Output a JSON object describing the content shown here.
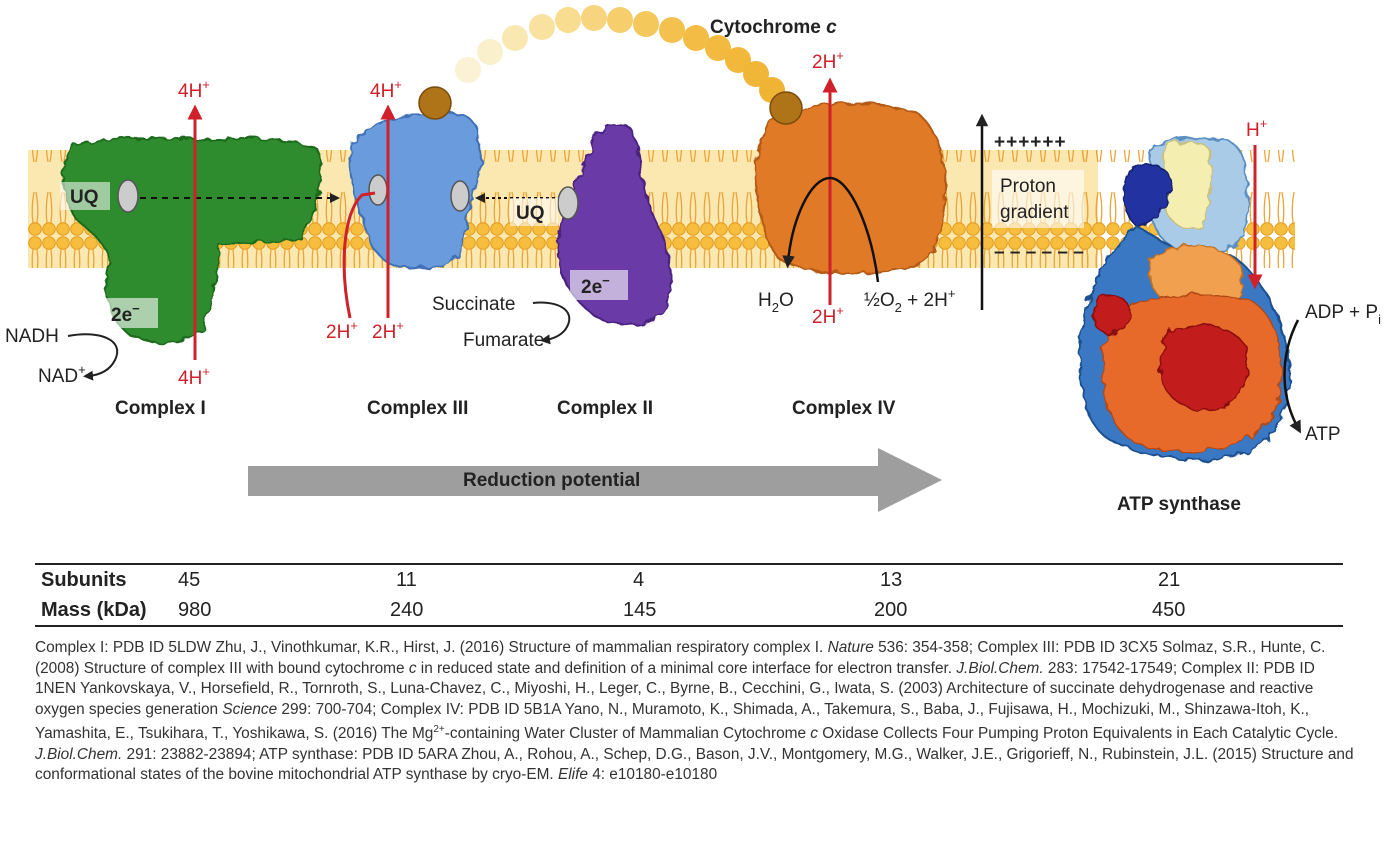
{
  "complexes": [
    {
      "name": "Complex I",
      "subunits": "45",
      "mass": "980"
    },
    {
      "name": "Complex III",
      "subunits": "11",
      "mass": "240"
    },
    {
      "name": "Complex II",
      "subunits": "4",
      "mass": "145"
    },
    {
      "name": "Complex IV",
      "subunits": "13",
      "mass": "200"
    },
    {
      "name": "ATP synthase",
      "subunits": "21",
      "mass": "450"
    }
  ],
  "labels": {
    "cytochrome_c": "Cytochrome c",
    "uq": "UQ",
    "two_e": "2e",
    "electron_sup": "−",
    "nadh": "NADH",
    "nad": "NAD",
    "plus_sup": "+",
    "four_h": "4H",
    "two_h": "2H",
    "h": "H",
    "succinate": "Succinate",
    "fumarate": "Fumarate",
    "water": "H2O",
    "oxygen": "½O2 + 2H",
    "proton_gradient_line1": "Proton",
    "proton_gradient_line2": "gradient",
    "plus_charges": "++++++",
    "minus_charges": "– – – – – –",
    "adp_pi": "ADP + P",
    "pi_sub": "i",
    "atp": "ATP",
    "reduction_potential": "Reduction potential"
  },
  "table": {
    "subunits_label": "Subunits",
    "mass_label": "Mass (kDa)"
  },
  "citation": {
    "p1": "Complex I: PDB ID 5LDW Zhu, J., Vinothkumar, K.R., Hirst, J. (2016) Structure of mammalian respiratory complex I. ",
    "j1": "Nature",
    "p2": " 536: 354-358; Complex III: PDB ID 3CX5 Solmaz, S.R., Hunte, C. (2008) Structure of complex III with bound cytochrome ",
    "c1": "c",
    "p3": " in reduced state and definition of a minimal core interface for electron transfer. ",
    "j2": "J.Biol.Chem.",
    "p4": " 283: 17542-17549; Complex II: PDB ID 1NEN Yankovskaya, V., Horsefield, R., Tornroth, S., Luna-Chavez, C., Miyoshi, H., Leger, C., Byrne, B., Cecchini, G., Iwata, S. (2003) Architecture of succinate dehydrogenase and reactive oxygen species generation ",
    "j3": "Science",
    "p5": " 299: 700-704; Complex IV: PDB ID 5B1A Yano, N., Muramoto, K., Shimada, A., Takemura, S., Baba, J., Fujisawa, H., Mochizuki, M., Shinzawa-Itoh, K., Yamashita, E., Tsukihara, T., Yoshikawa, S. (2016) The Mg",
    "mg_sup": "2+",
    "p6": "-containing Water Cluster of Mammalian Cytochrome ",
    "c2": "c",
    "p7": " Oxidase Collects Four Pumping Proton Equivalents in Each Catalytic Cycle. ",
    "j4": "J.Biol.Chem.",
    "p8": " 291: 23882-23894; ATP synthase: PDB ID 5ARA Zhou, A., Rohou, A., Schep, D.G., Bason, J.V., Montgomery, M.G., Walker, J.E., Grigorieff, N., Rubinstein, J.L. (2015) Structure and conformational states of the bovine mitochondrial ATP synthase by cryo-EM. ",
    "j5": "Elife",
    "p9": " 4: e10180-e10180"
  },
  "colors": {
    "complex_i": "#2e8b2e",
    "complex_iii": "#5b8fd6",
    "complex_ii": "#6a3aa6",
    "complex_iv": "#e07a26",
    "cytochrome": "#f0c040",
    "membrane": "#f6c44a",
    "proton_arrow": "#d0202a"
  }
}
